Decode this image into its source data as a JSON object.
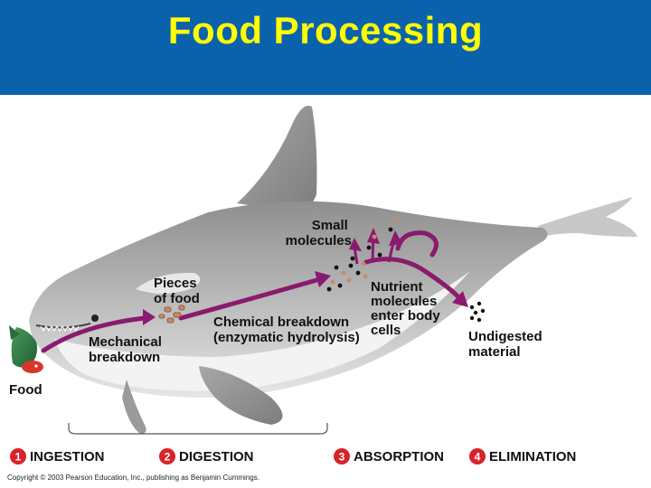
{
  "header": {
    "title": "Food Processing"
  },
  "labels": {
    "small_molecules": [
      "Small",
      "molecules"
    ],
    "pieces_of_food": [
      "Pieces",
      "of food"
    ],
    "chemical_breakdown": [
      "Chemical breakdown",
      "(enzymatic hydrolysis)"
    ],
    "nutrient": [
      "Nutrient",
      "molecules",
      "enter body",
      "cells"
    ],
    "mechanical": [
      "Mechanical",
      "breakdown"
    ],
    "undigested": [
      "Undigested",
      "material"
    ],
    "food": "Food"
  },
  "stages": [
    {
      "number": "1",
      "label": "INGESTION"
    },
    {
      "number": "2",
      "label": "DIGESTION"
    },
    {
      "number": "3",
      "label": "ABSORPTION"
    },
    {
      "number": "4",
      "label": "ELIMINATION"
    }
  ],
  "copyright": "Copyright © 2003 Pearson Education, Inc., publishing as Benjamin Cummings.",
  "colors": {
    "header_bg": "#0a62ad",
    "title": "#ffff00",
    "arrow": "#8a1a6e",
    "stage_badge": "#d8232a"
  }
}
